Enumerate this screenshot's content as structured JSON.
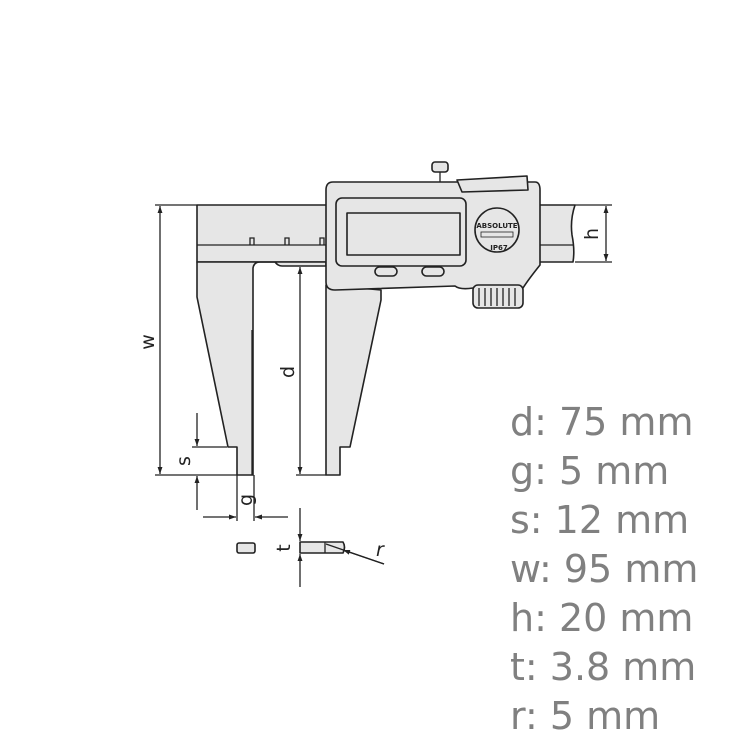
{
  "diagram": {
    "labels": {
      "w": "w",
      "d": "d",
      "h": "h",
      "s": "s",
      "g": "g",
      "t": "t",
      "r": "r"
    },
    "logo": {
      "brand": "ABSOLUTE",
      "rating": "IP67"
    }
  },
  "specs": [
    "d: 75 mm",
    "g: 5 mm",
    "s: 12 mm",
    "w: 95 mm",
    "h: 20 mm",
    "t: 3.8 mm",
    "r: 5 mm"
  ],
  "colors": {
    "part_fill": "#e6e6e6",
    "line": "#222222",
    "spec_text": "#808080"
  }
}
